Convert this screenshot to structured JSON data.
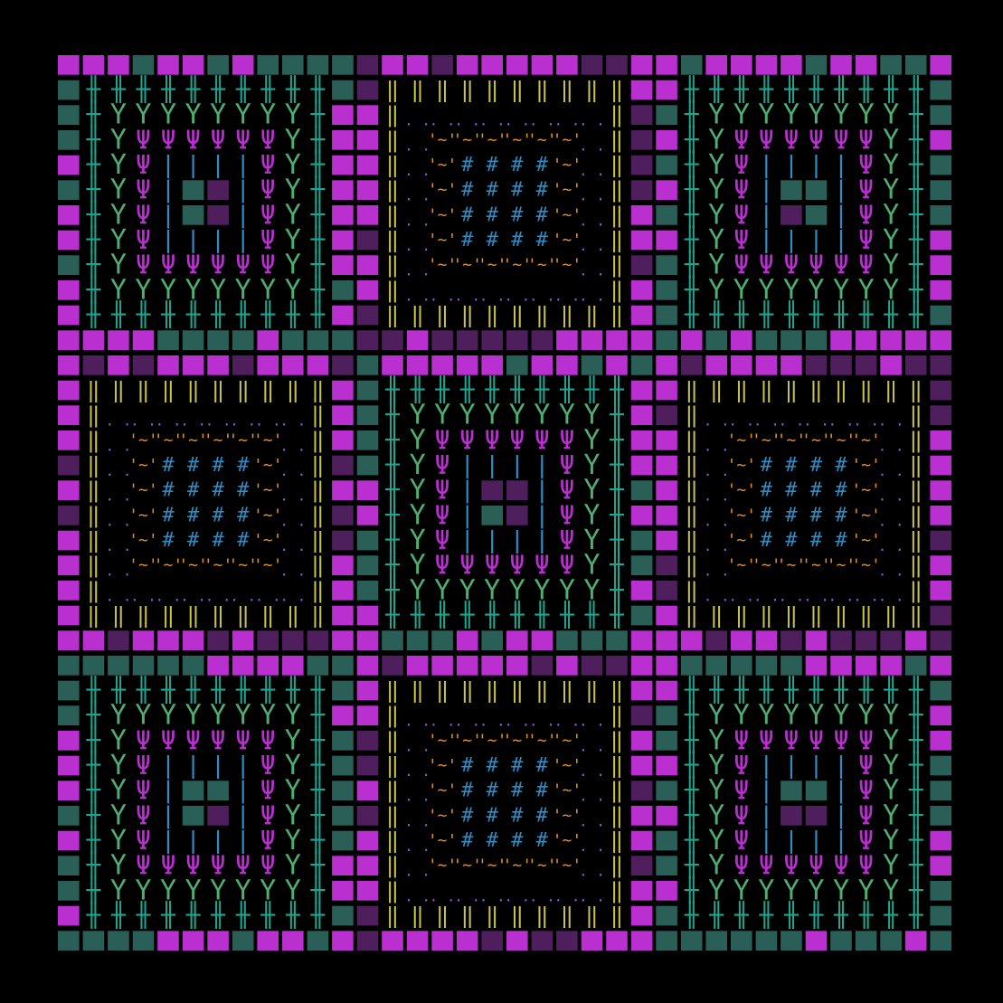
{
  "art": {
    "background": "#000000",
    "tile_grid": {
      "cols": 36,
      "rows": 36
    },
    "palette": {
      "magenta": "#b92fd0",
      "teal": "#1fa58f",
      "dim_teal": "#2a5f58",
      "green": "#4fae72",
      "yellow": "#c7c24a",
      "blue": "#2f8cc4",
      "orange": "#e0912e",
      "violet": "#8a5fd0",
      "dark_purple": "#4e1f5c"
    },
    "glyphs": {
      "fork": "Y",
      "trident": "Ψ",
      "cross": "╫",
      "bar": "‖",
      "hash": "#",
      "tilde": "'~'",
      "dots": ". .",
      "block": "█"
    }
  }
}
